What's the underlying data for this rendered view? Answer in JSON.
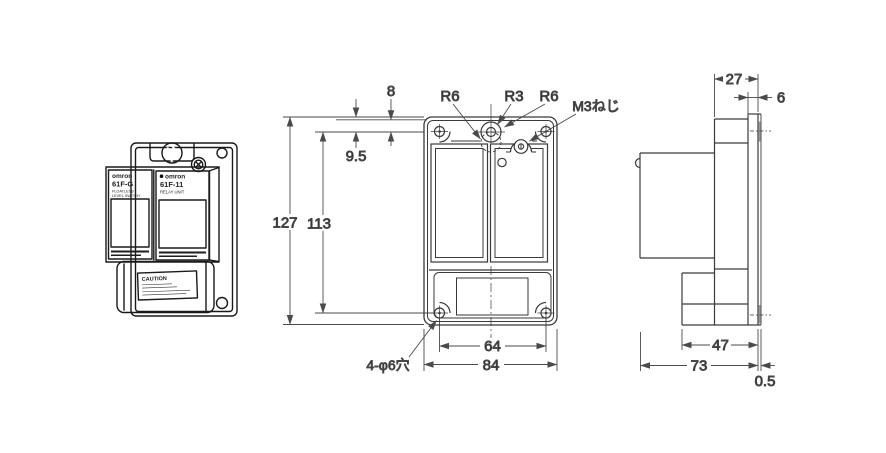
{
  "product_view": {
    "left_module": {
      "brand": "omron",
      "model": "61F-G",
      "desc_line1": "FLOATLESS",
      "desc_line2": "LEVEL SWITCH"
    },
    "right_module": {
      "bullet": "●",
      "brand": "omron",
      "model": "61F-11",
      "desc_line1": "RELAY UNIT"
    },
    "caution_label": {
      "title": "CAUTION"
    }
  },
  "front_view": {
    "dim_top_edge_to_hole": "9.5",
    "dim_panel_to_hole": "8",
    "dim_overall_height": "127",
    "dim_hole_pitch_v": "113",
    "dim_hole_pitch_h": "64",
    "dim_overall_width": "84",
    "label_keyhole_r6_left": "R6",
    "label_keyhole_r3": "R3",
    "label_keyhole_r6_right": "R6",
    "label_m3_screw": "M3ねじ",
    "label_mount_holes": "4-φ6穴"
  },
  "side_view": {
    "dim_bracket_depth": "27",
    "dim_plate_thickness": "6",
    "dim_lower_depth": "47",
    "dim_overall_depth": "73",
    "dim_rear_clearance": "0.5"
  },
  "colors": {
    "line": "#3a3a3a",
    "dim_line": "#4a4a4a",
    "window_fill": "#1e1e1e",
    "hole_shade": "#9a9a9a",
    "background": "#ffffff"
  }
}
